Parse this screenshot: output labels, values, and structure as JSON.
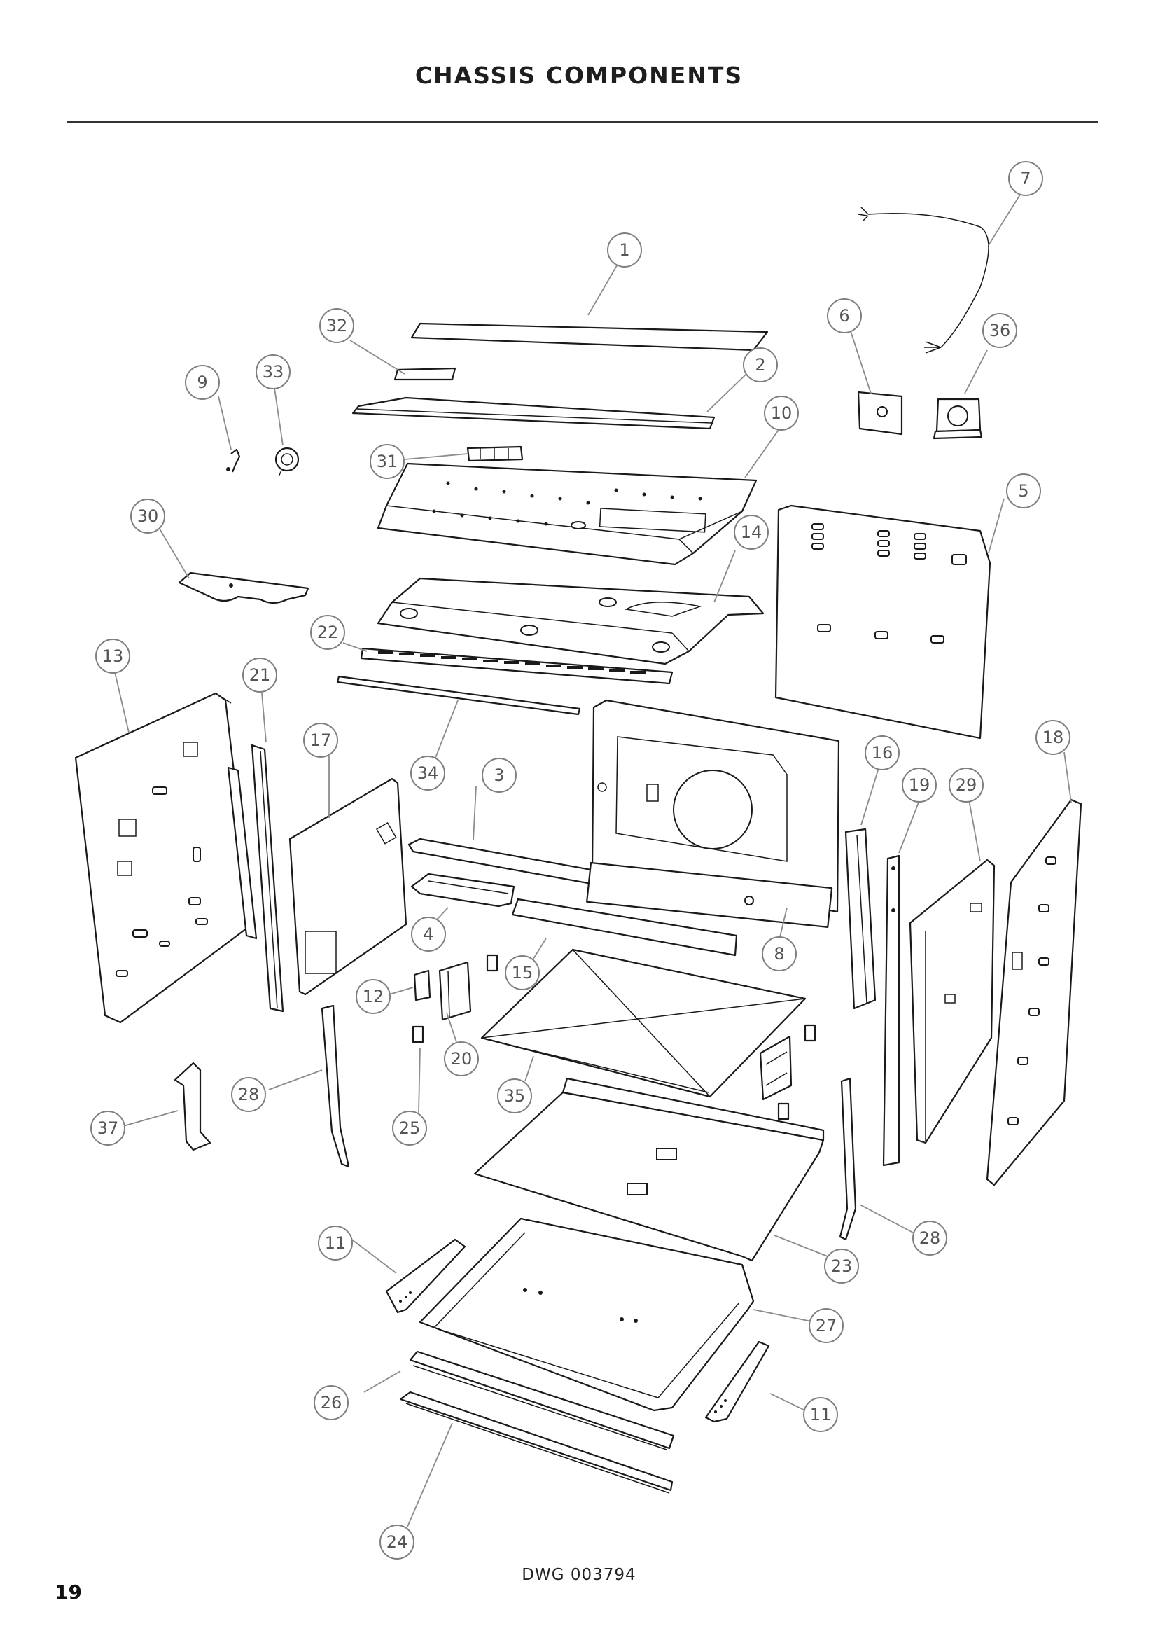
{
  "page": {
    "title": "CHASSIS COMPONENTS",
    "drawing_number": "DWG 003794",
    "page_number": "19"
  },
  "callouts": [
    "1",
    "2",
    "3",
    "4",
    "5",
    "6",
    "7",
    "8",
    "9",
    "10",
    "11",
    "11",
    "12",
    "13",
    "14",
    "15",
    "16",
    "17",
    "18",
    "19",
    "20",
    "21",
    "22",
    "23",
    "24",
    "25",
    "26",
    "27",
    "28",
    "28",
    "29",
    "30",
    "31",
    "32",
    "33",
    "34",
    "35",
    "36",
    "37"
  ],
  "colors": {
    "line": "#1a1a1a",
    "callout": "#7f7f7f",
    "background": "#ffffff"
  }
}
